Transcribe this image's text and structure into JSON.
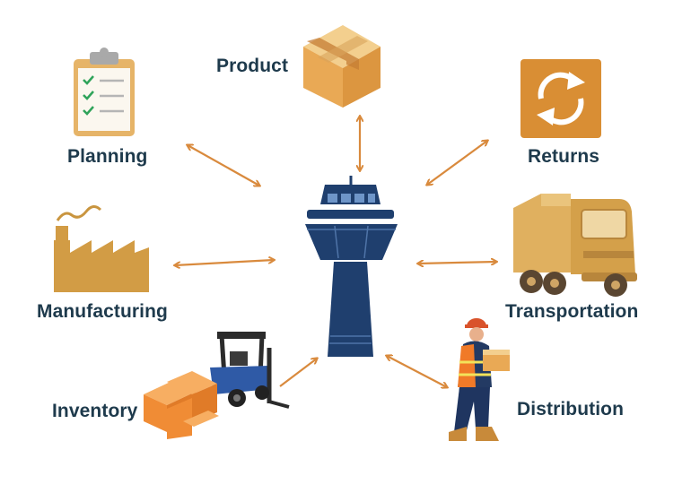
{
  "nodes": {
    "product": {
      "label": "Product",
      "icon": "cardboard-box-icon"
    },
    "planning": {
      "label": "Planning",
      "icon": "checklist-clipboard-icon"
    },
    "returns": {
      "label": "Returns",
      "icon": "returns-arrows-icon"
    },
    "manufacturing": {
      "label": "Manufacturing",
      "icon": "factory-icon"
    },
    "transportation": {
      "label": "Transportation",
      "icon": "delivery-truck-icon"
    },
    "inventory": {
      "label": "Inventory",
      "icon": "forklift-boxes-icon"
    },
    "distribution": {
      "label": "Distribution",
      "icon": "delivery-worker-icon"
    }
  },
  "center": {
    "icon": "control-tower-icon"
  },
  "colors": {
    "label_text": "#1e3a4c",
    "arrow": "#d98a3d",
    "tower": "#1f3f6e",
    "icon_tan": "#d8a24a",
    "box_orange": "#f08c35"
  }
}
